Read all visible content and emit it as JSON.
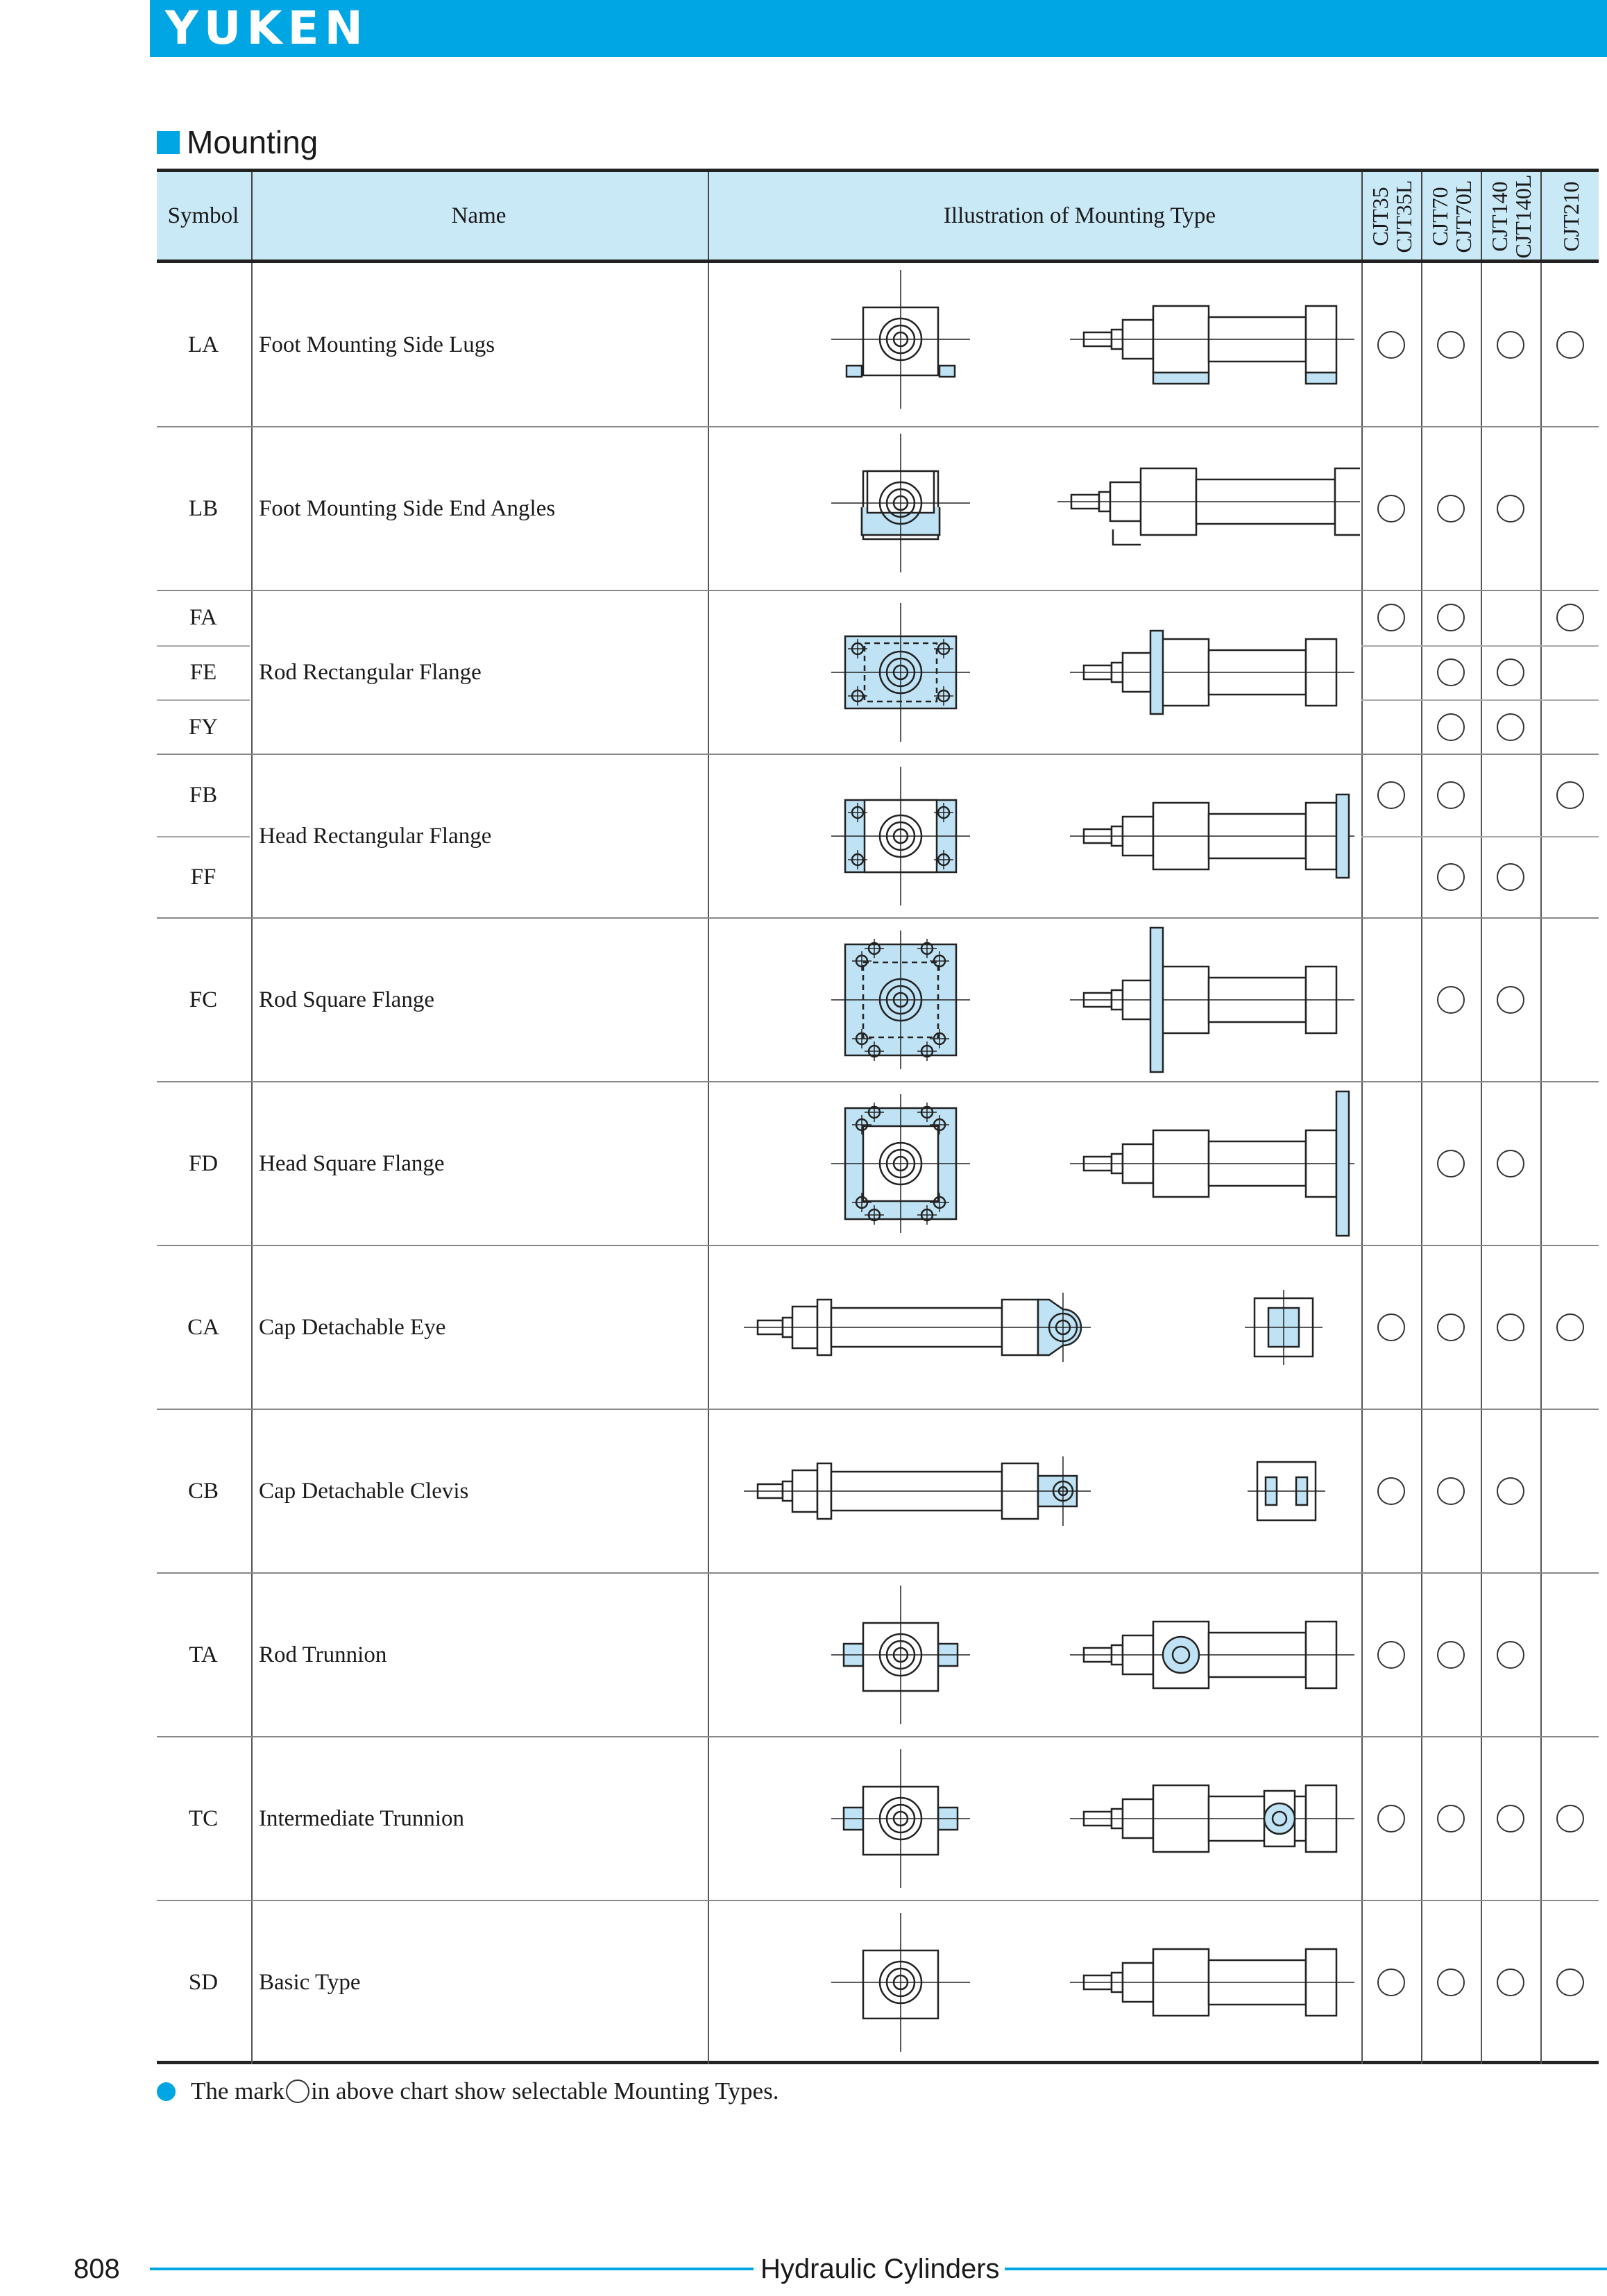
{
  "header": {
    "brand": "YUKEN"
  },
  "section": {
    "title": "Mounting"
  },
  "table": {
    "columns": {
      "symbol": "Symbol",
      "name": "Name",
      "illustration": "Illustration of Mounting Type",
      "series": [
        "CJT35\nCJT35L",
        "CJT70\nCJT70L",
        "CJT140\nCJT140L",
        "CJT210"
      ]
    },
    "rows": [
      {
        "symbols": [
          "LA"
        ],
        "name": "Foot Mounting Side Lugs",
        "illustration": "foot-side-lugs",
        "marks": [
          [
            true,
            true,
            true,
            true
          ]
        ]
      },
      {
        "symbols": [
          "LB"
        ],
        "name": "Foot Mounting Side End Angles",
        "illustration": "foot-end-angles",
        "marks": [
          [
            true,
            true,
            true,
            false
          ]
        ]
      },
      {
        "symbols": [
          "FA",
          "FE",
          "FY"
        ],
        "name": "Rod Rectangular Flange",
        "illustration": "rod-rect-flange",
        "marks": [
          [
            true,
            true,
            false,
            true
          ],
          [
            false,
            true,
            true,
            false
          ],
          [
            false,
            true,
            true,
            false
          ]
        ]
      },
      {
        "symbols": [
          "FB",
          "FF"
        ],
        "name": "Head Rectangular Flange",
        "illustration": "head-rect-flange",
        "marks": [
          [
            true,
            true,
            false,
            true
          ],
          [
            false,
            true,
            true,
            false
          ]
        ]
      },
      {
        "symbols": [
          "FC"
        ],
        "name": "Rod Square Flange",
        "illustration": "rod-square-flange",
        "marks": [
          [
            false,
            true,
            true,
            false
          ]
        ]
      },
      {
        "symbols": [
          "FD"
        ],
        "name": "Head Square Flange",
        "illustration": "head-square-flange",
        "marks": [
          [
            false,
            true,
            true,
            false
          ]
        ]
      },
      {
        "symbols": [
          "CA"
        ],
        "name": "Cap Detachable Eye",
        "illustration": "cap-eye",
        "marks": [
          [
            true,
            true,
            true,
            true
          ]
        ]
      },
      {
        "symbols": [
          "CB"
        ],
        "name": "Cap Detachable Clevis",
        "illustration": "cap-clevis",
        "marks": [
          [
            true,
            true,
            true,
            false
          ]
        ]
      },
      {
        "symbols": [
          "TA"
        ],
        "name": "Rod Trunnion",
        "illustration": "rod-trunnion",
        "marks": [
          [
            true,
            true,
            true,
            false
          ]
        ]
      },
      {
        "symbols": [
          "TC"
        ],
        "name": "Intermediate Trunnion",
        "illustration": "intermediate-trunnion",
        "marks": [
          [
            true,
            true,
            true,
            true
          ]
        ]
      },
      {
        "symbols": [
          "SD"
        ],
        "name": "Basic Type",
        "illustration": "basic-type",
        "marks": [
          [
            true,
            true,
            true,
            true
          ]
        ]
      }
    ]
  },
  "note": {
    "prefix": "The mark",
    "suffix": "in above chart show selectable Mounting Types."
  },
  "footer": {
    "page": "808",
    "title": "Hydraulic Cylinders"
  },
  "colors": {
    "brand": "#00a6e3",
    "header_fill": "#c9e9f7",
    "part_fill": "#bfe3f4"
  }
}
